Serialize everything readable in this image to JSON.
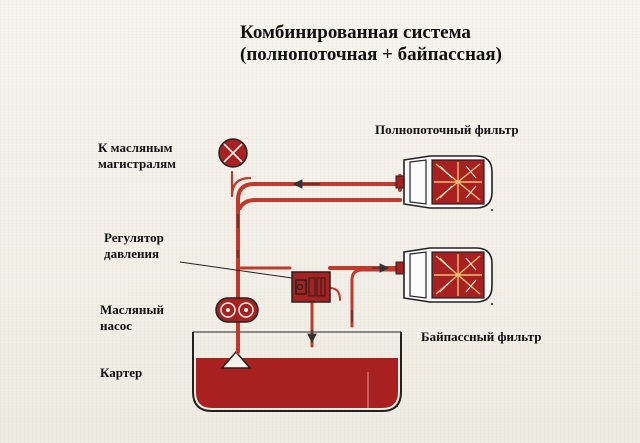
{
  "title": {
    "line1": "Комбинированная система",
    "line2": "(полнопоточная + байпассная)"
  },
  "labels": {
    "full_flow_filter": "Полнопоточный фильтр",
    "oil_lines_line1": "К масляным",
    "oil_lines_line2": "магистралям",
    "pressure_regulator_line1": "Регулятор",
    "pressure_regulator_line2": "давления",
    "oil_pump_line1": "Масляный",
    "oil_pump_line2": "насос",
    "bypass_filter": "Байпассный фильтр",
    "sump": "Картер"
  },
  "colors": {
    "oil": "#a82020",
    "oil_dark": "#7a1010",
    "pipe": "#c0392b",
    "outline": "#222222",
    "flow_arrow": "#333333"
  }
}
